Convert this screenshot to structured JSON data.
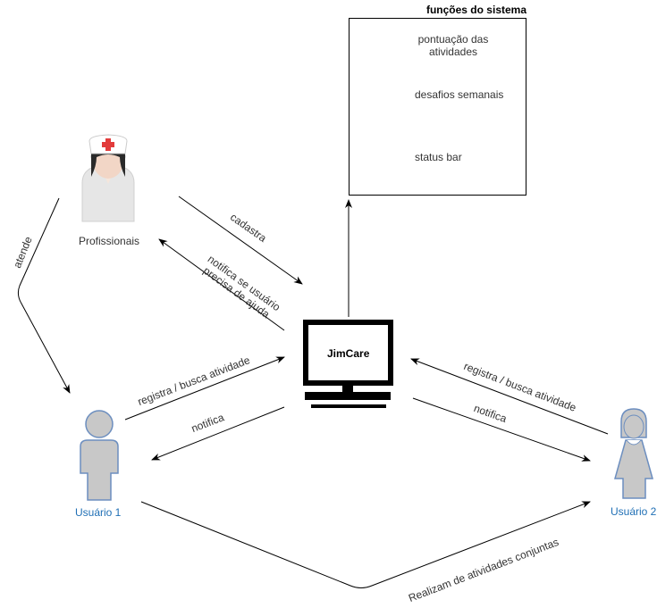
{
  "legend": {
    "title": "funções do sistema",
    "items": [
      {
        "icon": "score-bars-icon",
        "label": "pontuação das atividades"
      },
      {
        "icon": "chess-knight-icon",
        "label": "desafios semanais"
      },
      {
        "icon": "status-bar-icon",
        "label": "status bar"
      }
    ]
  },
  "actors": {
    "professionals": "Profissionais",
    "user1": "Usuário 1",
    "user2": "Usuário 2"
  },
  "system": {
    "name": "JimCare"
  },
  "edges": {
    "atende": "atende",
    "cadastra": "cadastra",
    "notifica_ajuda_line1": "notifica se usuário",
    "notifica_ajuda_line2": "precisa de ajuda",
    "registra_busca_1": "registra / busca atividade",
    "notifica_1": "notifica",
    "registra_busca_2": "registra /  busca atividade",
    "notifica_2": "notifica",
    "conjuntas": "Realizam de atividades conjuntas"
  },
  "colors": {
    "actor_gray": "#c8c8c8",
    "actor_stroke": "#6c8ebf",
    "link_blue": "#1f6fb5"
  }
}
